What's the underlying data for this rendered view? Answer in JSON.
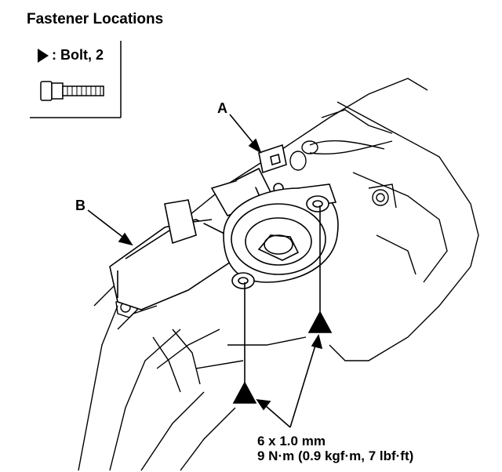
{
  "header": {
    "title": "Fastener Locations"
  },
  "legend": {
    "bolt_text": ": Bolt, 2"
  },
  "callouts": {
    "a": "A",
    "b": "B"
  },
  "spec": {
    "size": "6 x 1.0 mm",
    "torque": "9 N·m (0.9 kgf·m, 7 lbf·ft)"
  }
}
